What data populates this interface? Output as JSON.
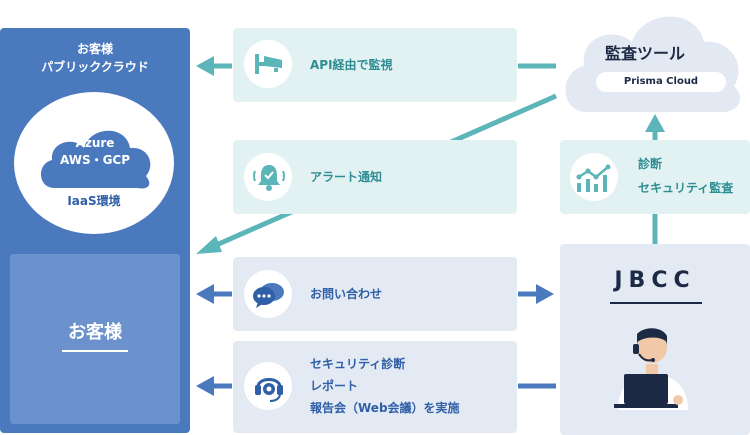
{
  "customer": {
    "title_line1": "お客様",
    "title_line2": "パブリッククラウド",
    "cloud_line1": "Azure",
    "cloud_line2": "AWS・GCP",
    "iaas": "IaaS環境",
    "box_label": "お客様"
  },
  "flows": {
    "api": "API経由で監視",
    "alert": "アラート通知",
    "inquiry": "お問い合わせ",
    "report_line1": "セキュリティ診断",
    "report_line2": "レポート",
    "report_line3": "報告会（Web会議）を実施"
  },
  "tool": {
    "title": "監査ツール",
    "product": "Prisma Cloud"
  },
  "diagnosis": {
    "line1": "診断",
    "line2": "セキュリティ監査"
  },
  "jbcc": {
    "label": "JBCC"
  },
  "colors": {
    "customer_blue": "#4a79be",
    "teal": "#5cb5b8",
    "teal_text": "#2e8d92",
    "blue_text": "#2f5fa6",
    "arrow_blue": "#4a79be",
    "dark": "#1d2a45"
  },
  "icons": [
    "camera-icon",
    "bell-icon",
    "chat-bubbles-icon",
    "headset-gear-icon",
    "chart-icon",
    "operator-illustration",
    "cloud-icon"
  ]
}
